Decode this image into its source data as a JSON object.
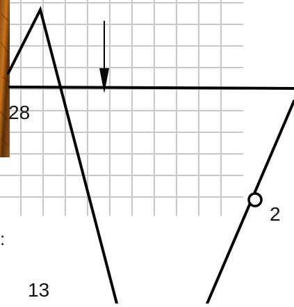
{
  "figure": {
    "labels": {
      "left_value": "28",
      "point_value": "2",
      "bottom_value": "13",
      "edge_mark": ":"
    },
    "colors": {
      "grid": "#c8c8c8",
      "line": "#000000",
      "background": "#ffffff",
      "photo_dark": "#6b3a10",
      "photo_light": "#c8741c"
    },
    "icons": [
      "down-arrow-icon",
      "open-circle-marker-icon"
    ]
  }
}
